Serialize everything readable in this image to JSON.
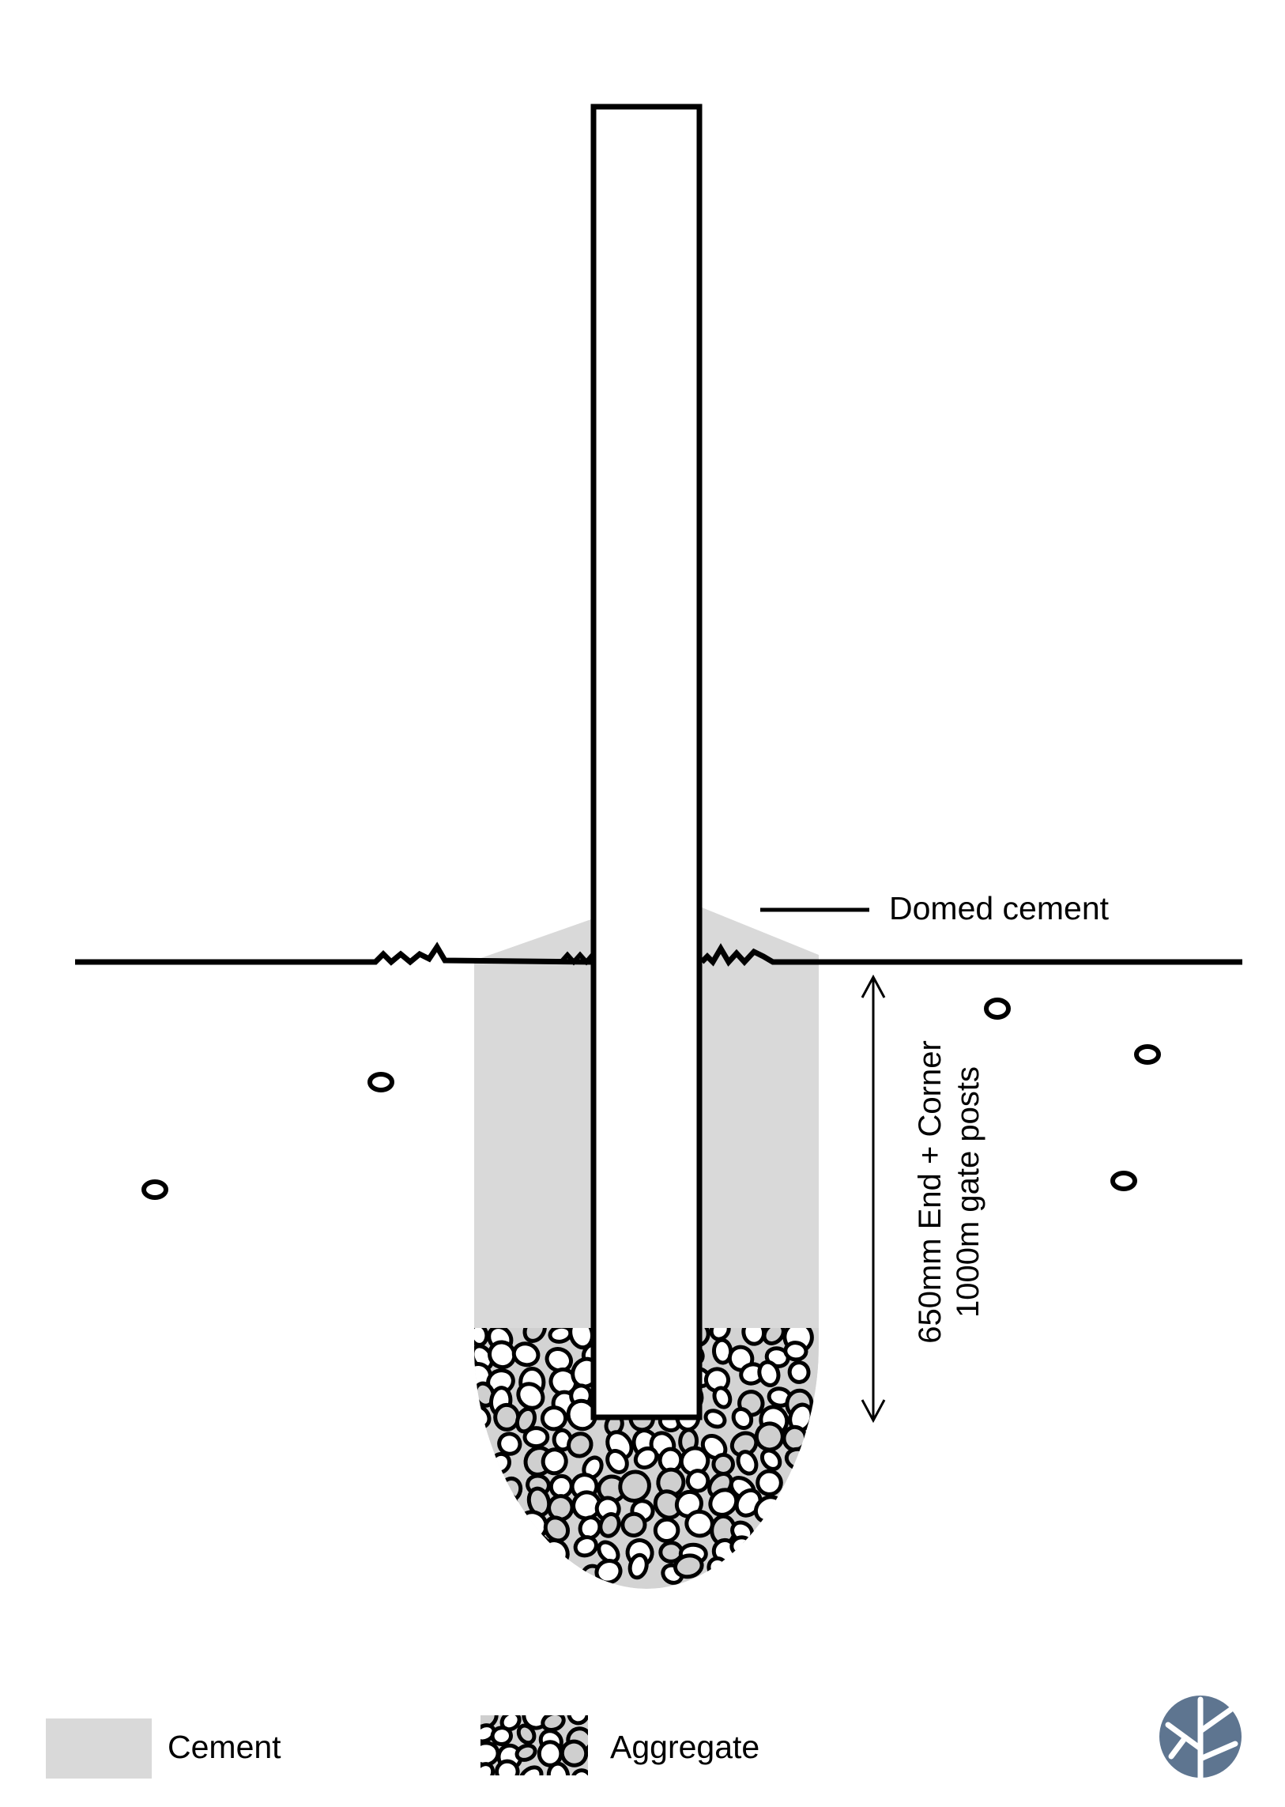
{
  "diagram": {
    "callout_label": "Domed cement",
    "dimension_line1": "650mm End + Corner",
    "dimension_line2": "1000m gate posts"
  },
  "legend": {
    "cement_label": "Cement",
    "aggregate_label": "Aggregate"
  },
  "colors": {
    "cement": "#d9d9d9",
    "aggregate_fill": "#d3d3d3",
    "stroke": "#000000",
    "logo": "#5e7590"
  },
  "logo": {
    "icon": "tree-icon"
  }
}
